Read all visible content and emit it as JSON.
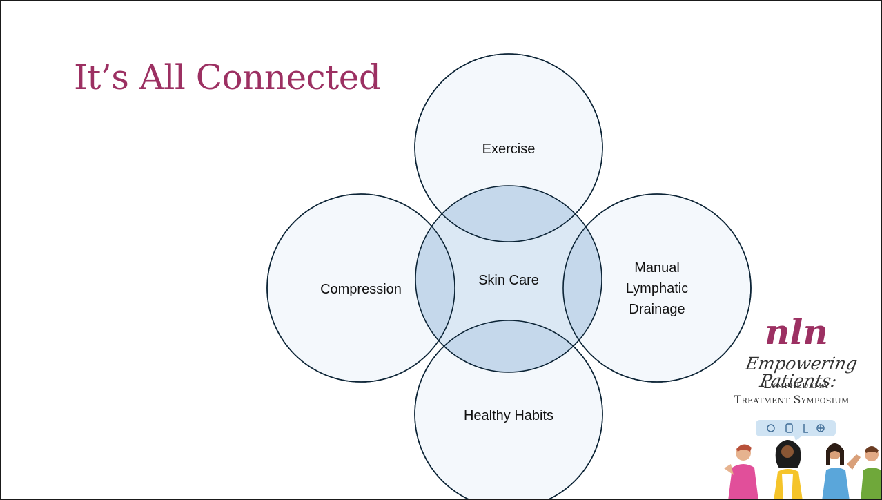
{
  "slide": {
    "title": "It’s All Connected"
  },
  "diagram": {
    "center": "Skin Care",
    "top": "Exercise",
    "left": "Compression",
    "right_lines": [
      "Manual",
      "Lymphatic",
      "Drainage"
    ],
    "bottom": "Healthy Habits",
    "colors": {
      "outline": "#0b2335",
      "outer_fill": "#f4f8fc",
      "center_fill": "#dbe8f4",
      "overlap_fill": "#c5d8eb"
    }
  },
  "logo": {
    "mark": "nln",
    "tagline": "Empowering Patients:",
    "line1": "Lymphedema",
    "line2": "Treatment Symposium",
    "accent": "#9c3062"
  }
}
